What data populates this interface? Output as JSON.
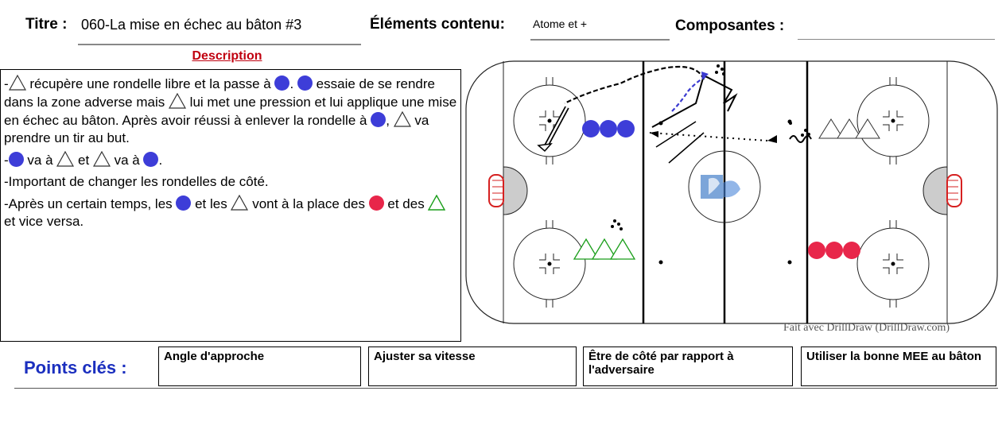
{
  "header": {
    "titre_label": "Titre :",
    "titre_value": "060-La mise en échec au bâton #3",
    "elements_label": "Éléments contenu:",
    "elements_value": "Atome et +",
    "composantes_label": "Composantes :",
    "composantes_value": ""
  },
  "description": {
    "title": "Description",
    "p1_a": "-",
    "p1_b": " récupère une rondelle libre et la passe à ",
    "p1_c": ". ",
    "p1_d": " essaie de se rendre dans la zone adverse mais ",
    "p1_e": " lui met une pression et lui applique une mise en échec au bâton.  Après avoir réussi à enlever la rondelle à ",
    "p1_f": ", ",
    "p1_g": " va prendre un tir au but.",
    "p2_a": "-",
    "p2_b": " va à ",
    "p2_c": " et ",
    "p2_d": " va à ",
    "p2_e": ".",
    "p3": "-Important de changer les rondelles de côté.",
    "p4_a": "-Après un certain temps, les ",
    "p4_b": " et les ",
    "p4_c": " vont à la place des ",
    "p4_d": " et des ",
    "p4_e": " et vice versa."
  },
  "rink": {
    "credit": "Fait avec DrillDraw (DrillDraw.com)",
    "colors": {
      "blue": "#3d3dd8",
      "red": "#e8264a",
      "green": "#1a9e1a",
      "wave_blue": "#3a3ad0"
    }
  },
  "key_points": {
    "label": "Points clés :",
    "items": [
      "Angle d'approche",
      "Ajuster sa vitesse",
      "Être de côté par rapport à l'adversaire",
      "Utiliser la bonne MEE au bâton"
    ]
  }
}
